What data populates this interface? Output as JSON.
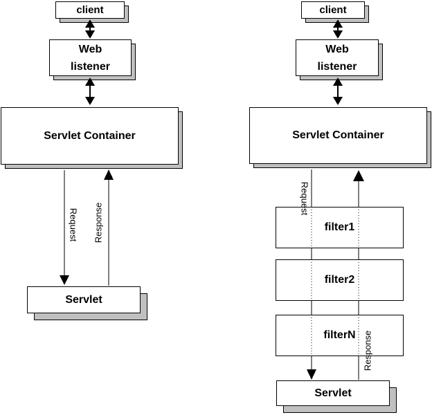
{
  "diagram_without_filters": {
    "client_label": "client",
    "web_listener_label": "Web listener",
    "servlet_container_label": "Servlet Container",
    "servlet_label": "Servlet",
    "request_label": "Request",
    "response_label": "Response"
  },
  "diagram_with_filters": {
    "client_label": "client",
    "web_listener_label": "Web listener",
    "servlet_container_label": "Servlet Container",
    "filter_labels": [
      "filter1",
      "filter2",
      "filterN"
    ],
    "servlet_label": "Servlet",
    "request_label": "Request",
    "response_label": "Response"
  },
  "colors": {
    "background": "#ffffff",
    "box_fill": "#ffffff",
    "box_border": "#000000",
    "box_shadow": "#c0c0c0",
    "line": "#000000"
  }
}
